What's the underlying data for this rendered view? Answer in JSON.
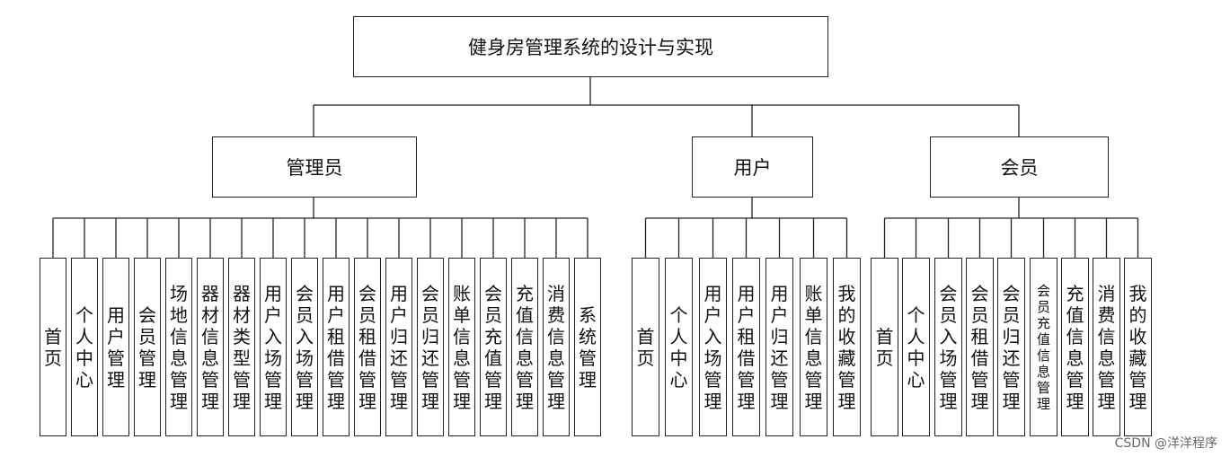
{
  "root": {
    "title": "健身房管理系统的设计与实现"
  },
  "groups": [
    {
      "title": "管理员",
      "items": [
        "首页",
        "个人中心",
        "用户管理",
        "会员管理",
        "场地信息管理",
        "器材信息管理",
        "器材类型管理",
        "用户入场管理",
        "会员入场管理",
        "用户租借管理",
        "会员租借管理",
        "用户归还管理",
        "会员归还管理",
        "账单信息管理",
        "会员充值管理",
        "充值信息管理",
        "消费信息管理",
        "系统管理"
      ]
    },
    {
      "title": "用户",
      "items": [
        "首页",
        "个人中心",
        "用户入场管理",
        "用户租借管理",
        "用户归还管理",
        "账单信息管理",
        "我的收藏管理"
      ]
    },
    {
      "title": "会员",
      "items": [
        "首页",
        "个人中心",
        "会员入场管理",
        "会员租借管理",
        "会员归还管理",
        "会员充值信息管理",
        "充值信息管理",
        "消费信息管理",
        "我的收藏管理"
      ]
    }
  ],
  "watermark": "CSDN @洋洋程序"
}
